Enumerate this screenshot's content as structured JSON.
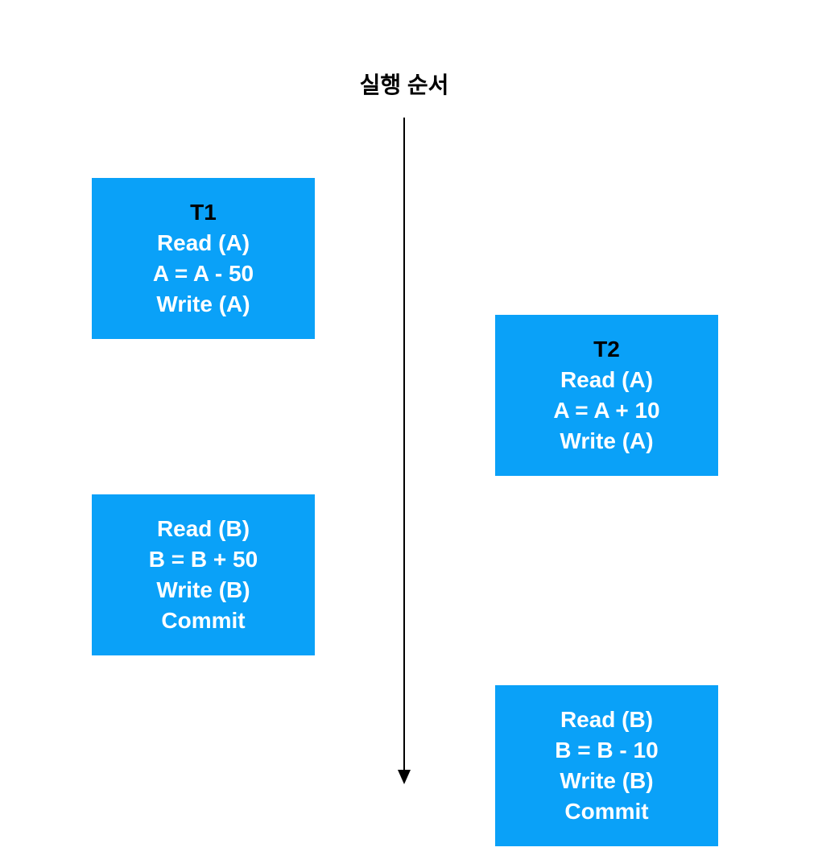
{
  "title": "실행 순서",
  "colors": {
    "canvas_bg": "#ffffff",
    "box_bg": "#0AA1F8",
    "box_text": "#ffffff",
    "box_label_text": "#000000",
    "arrow": "#000000",
    "title_text": "#000000"
  },
  "arrow": {
    "direction": "down",
    "meaning": "execution order flows top to bottom"
  },
  "boxes": [
    {
      "name": "t1-step1",
      "label": "T1",
      "lines": [
        "Read (A)",
        "A = A - 50",
        "Write (A)"
      ]
    },
    {
      "name": "t2-step1",
      "label": "T2",
      "lines": [
        "Read (A)",
        "A = A + 10",
        "Write (A)"
      ]
    },
    {
      "name": "t1-step2",
      "lines": [
        "Read (B)",
        "B = B + 50",
        "Write (B)",
        "Commit"
      ]
    },
    {
      "name": "t2-step2",
      "lines": [
        "Read (B)",
        "B = B - 10",
        "Write (B)",
        "Commit"
      ]
    }
  ]
}
